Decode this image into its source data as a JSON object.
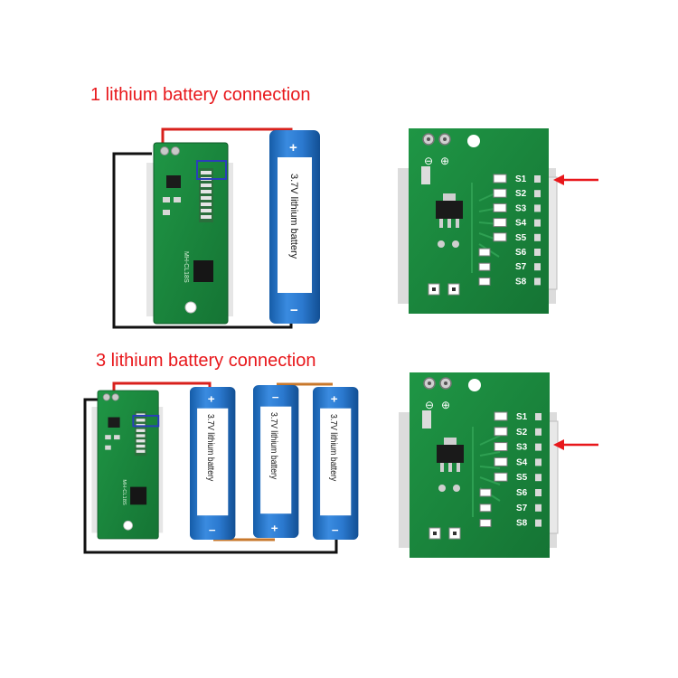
{
  "sections": [
    {
      "title": "1 lithium battery connection"
    },
    {
      "title": "3 lithium battery connection"
    }
  ],
  "battery": {
    "label": "3.7V lithium battery",
    "plus": "+",
    "minus": "−"
  },
  "module": {
    "model": "MH-CL18S"
  },
  "closeup": {
    "pad_labels": [
      "S1",
      "S2",
      "S3",
      "S4",
      "S5",
      "S6",
      "S7",
      "S8"
    ],
    "neg_symbol": "⊖",
    "pos_symbol": "⊕",
    "arrow_targets": [
      "S1",
      "S3"
    ]
  },
  "colors": {
    "title": "#e8171b",
    "pcb": "#1d8a3f",
    "battery": "#1f6fc4",
    "positive_wire": "#d8201c",
    "negative_wire": "#111111",
    "arrow": "#e8171b",
    "jumper_wire": "#c8782c"
  }
}
